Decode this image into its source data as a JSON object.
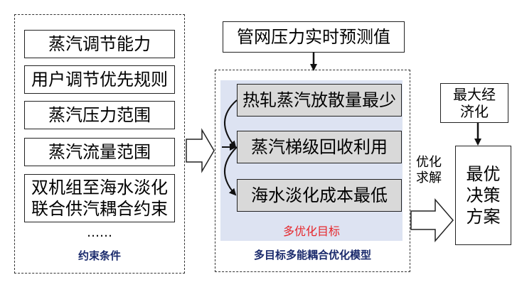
{
  "constraints": {
    "items": [
      "蒸汽调节能力",
      "用户调节优先规则",
      "蒸汽压力范围",
      "蒸汽流量范围"
    ],
    "multi_line_item": [
      "双机组至海水淡化",
      "联合供汽耦合约束"
    ],
    "ellipsis": "……",
    "caption": "约束条件"
  },
  "input_box": "管网压力实时预测值",
  "model": {
    "objectives": [
      "热轧蒸汽放散量最少",
      "蒸汽梯级回收利用",
      "海水淡化成本最低"
    ],
    "inner_label": "多优化目标",
    "caption": "多目标多能耦合优化模型"
  },
  "solve_label": [
    "优化",
    "求解"
  ],
  "max_econ": [
    "最大经",
    "济化"
  ],
  "result": [
    "最优",
    "决策",
    "方案"
  ],
  "colors": {
    "panel_fill": "#dde3f2",
    "objective_fill": "#d9d9d9",
    "accent_text": "#e6262b",
    "caption_text": "#1a2a6c"
  }
}
